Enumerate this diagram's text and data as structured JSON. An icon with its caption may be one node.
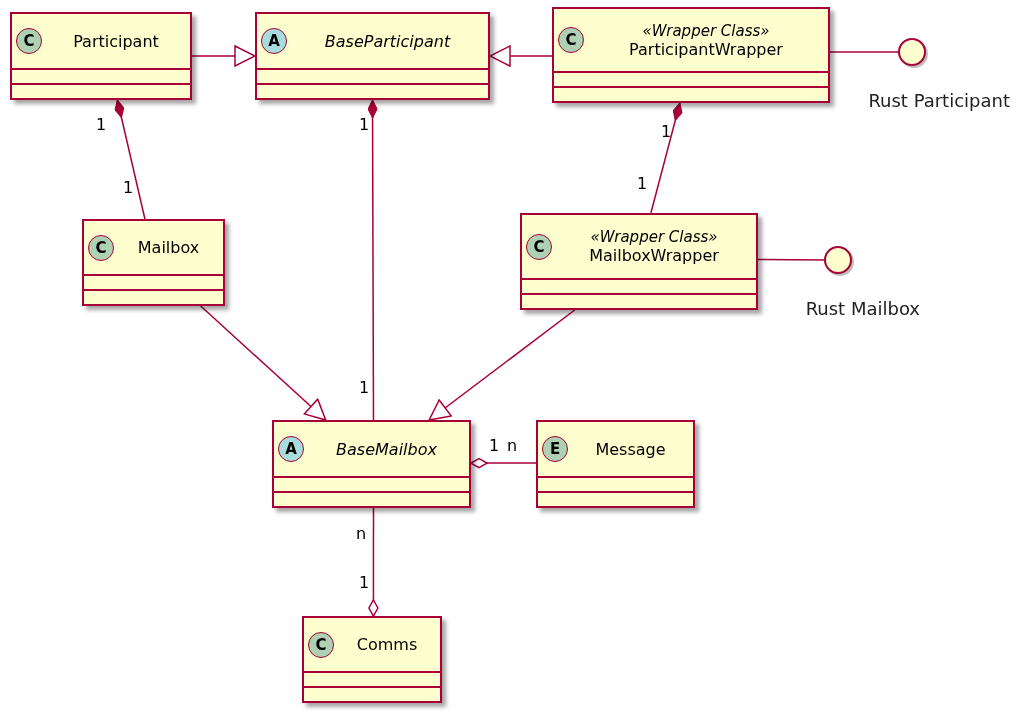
{
  "diagram": {
    "nodes": [
      {
        "text": [
          "C",
          "Participant"
        ]
      },
      {
        "text": [
          "A",
          "BaseParticipant"
        ]
      },
      {
        "text": [
          "C",
          "«Wrapper Class»",
          "ParticipantWrapper"
        ]
      },
      {
        "text": [
          "Rust Participant"
        ]
      },
      {
        "text": [
          "C",
          "Mailbox"
        ]
      },
      {
        "text": [
          "C",
          "«Wrapper Class»",
          "MailboxWrapper"
        ]
      },
      {
        "text": [
          "Rust Mailbox"
        ]
      },
      {
        "text": [
          "A",
          "BaseMailbox"
        ]
      },
      {
        "text": [
          "E",
          "Message"
        ]
      },
      {
        "text": [
          "C",
          "Comms"
        ]
      }
    ],
    "edges": [
      {
        "from": 0,
        "to": 1,
        "arrow": "to"
      },
      {
        "from": 2,
        "to": 1,
        "arrow": "to"
      },
      {
        "from": 2,
        "to": 3,
        "arrow": "none"
      },
      {
        "from": 0,
        "to": 4,
        "arrow": "other"
      },
      {
        "from": 1,
        "to": 7,
        "arrow": "other"
      },
      {
        "from": 2,
        "to": 5,
        "arrow": "other"
      },
      {
        "from": 5,
        "to": 6,
        "arrow": "none"
      },
      {
        "from": 4,
        "to": 7,
        "arrow": "to"
      },
      {
        "from": 5,
        "to": 7,
        "arrow": "to"
      },
      {
        "from": 7,
        "to": 8,
        "arrow": "other"
      },
      {
        "from": 7,
        "to": 9,
        "arrow": "other"
      }
    ],
    "labels": [
      "1",
      "1",
      "1",
      "1",
      "1",
      "1",
      "1",
      "n",
      "n",
      "1"
    ]
  }
}
